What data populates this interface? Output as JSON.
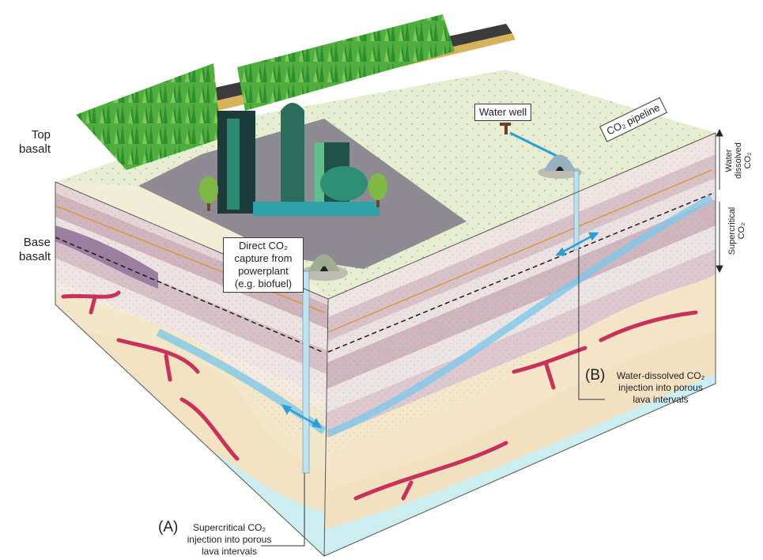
{
  "labels": {
    "top_basalt": [
      "Top",
      "basalt"
    ],
    "base_basalt": [
      "Base",
      "basalt"
    ],
    "water_well": "Water well",
    "co2_pipeline": "CO₂ pipeline",
    "direct_capture": [
      "Direct CO₂",
      "capture from",
      "powerplant",
      "(e.g. biofuel)"
    ],
    "zone_water_dissolved": [
      "Water",
      "dissolved",
      "CO₂"
    ],
    "zone_supercritical": [
      "Supercritical",
      "CO₂"
    ],
    "option_a_tag": "(A)",
    "option_a_text": [
      "Supercritical CO₂",
      "injection into porous",
      "lava intervals"
    ],
    "option_b_tag": "(B)",
    "option_b_text": [
      "Water-dissolved CO₂",
      "injection into porous",
      "lava intervals"
    ]
  },
  "colors": {
    "surface_field": "#e6edd0",
    "plant_pad": "#8e8a92",
    "crop_green": "#3fae3a",
    "co2_flow": "#2a9fd6",
    "basalt_layers": [
      "#e9dcdd",
      "#d8c3c9",
      "#efe6e3",
      "#cdb3ba",
      "#e6d6d8"
    ],
    "sediment": "#f3e6c8",
    "magma_veins": "#c8325a",
    "basement_water": "#cfeff1"
  },
  "icons": [
    "factory-icon",
    "injection-dome-icon",
    "water-well-icon",
    "tree-icon",
    "crop-icon"
  ]
}
